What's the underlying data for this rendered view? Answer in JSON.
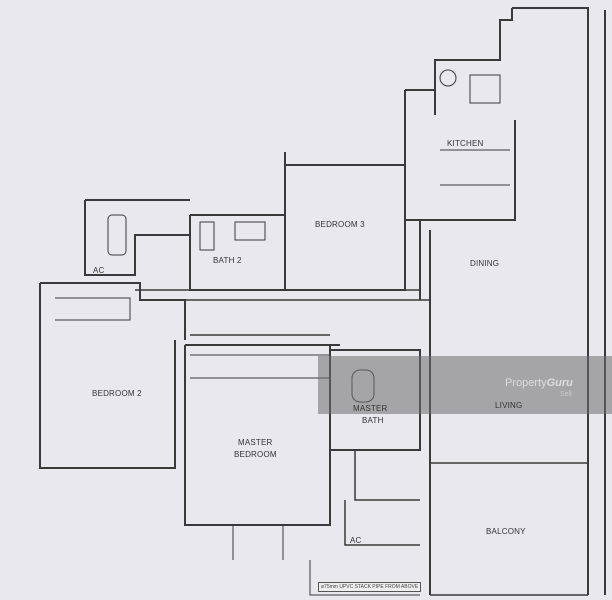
{
  "rooms": {
    "kitchen": "KITCHEN",
    "bedroom3": "BEDROOM 3",
    "bath2": "BATH 2",
    "dining": "DINING",
    "ac_left": "AC",
    "bedroom2": "BEDROOM 2",
    "master_bedroom_1": "MASTER",
    "master_bedroom_2": "BEDROOM",
    "master_bath_1": "MASTER",
    "master_bath_2": "BATH",
    "living": "LIVING",
    "ac_bottom": "AC",
    "balcony": "BALCONY"
  },
  "watermark": {
    "brand_a": "Property",
    "brand_b": "Guru",
    "sub": "Sell"
  },
  "note": "ø75mm UPVC STACK PIPE FROM ABOVE"
}
